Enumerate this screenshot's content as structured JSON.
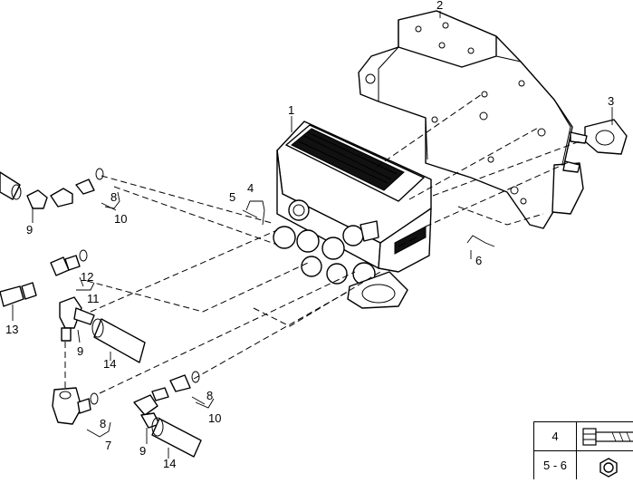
{
  "callouts": {
    "c1": "1",
    "c2": "2",
    "c3": "3",
    "c4": "4",
    "c5": "5",
    "c6": "6",
    "c7": "7",
    "c8a": "8",
    "c8b": "8",
    "c8c": "8",
    "c9a": "9",
    "c9b": "9",
    "c9c": "9",
    "c10a": "10",
    "c10b": "10",
    "c11": "11",
    "c12": "12",
    "c13": "13",
    "c14a": "14",
    "c14b": "14"
  },
  "legend": {
    "rows": [
      {
        "label": "4",
        "icon": "bolt-icon"
      },
      {
        "label": "5 - 6",
        "icon": "nut-icon"
      }
    ]
  }
}
